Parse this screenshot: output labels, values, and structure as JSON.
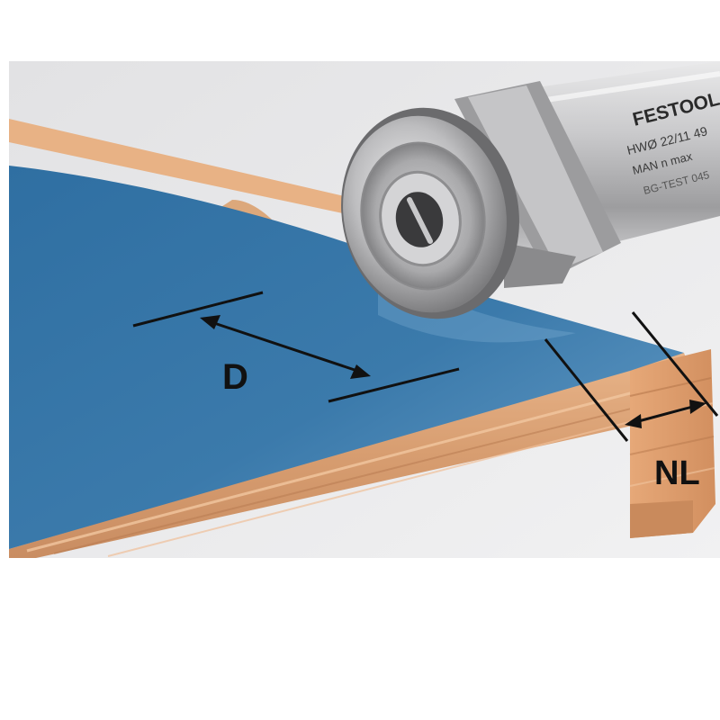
{
  "labels": {
    "diameter": "D",
    "cutting_length": "NL"
  },
  "cutter": {
    "brand": "FESTOOL",
    "line1": "HWØ 22/11 49",
    "line2": "MAN n max",
    "line3": "BG-TEST 045"
  },
  "colors": {
    "laminate_blue": "#3a78a8",
    "wood": "#d9a37a",
    "steel": "#b8b8ba",
    "line": "#111111"
  }
}
